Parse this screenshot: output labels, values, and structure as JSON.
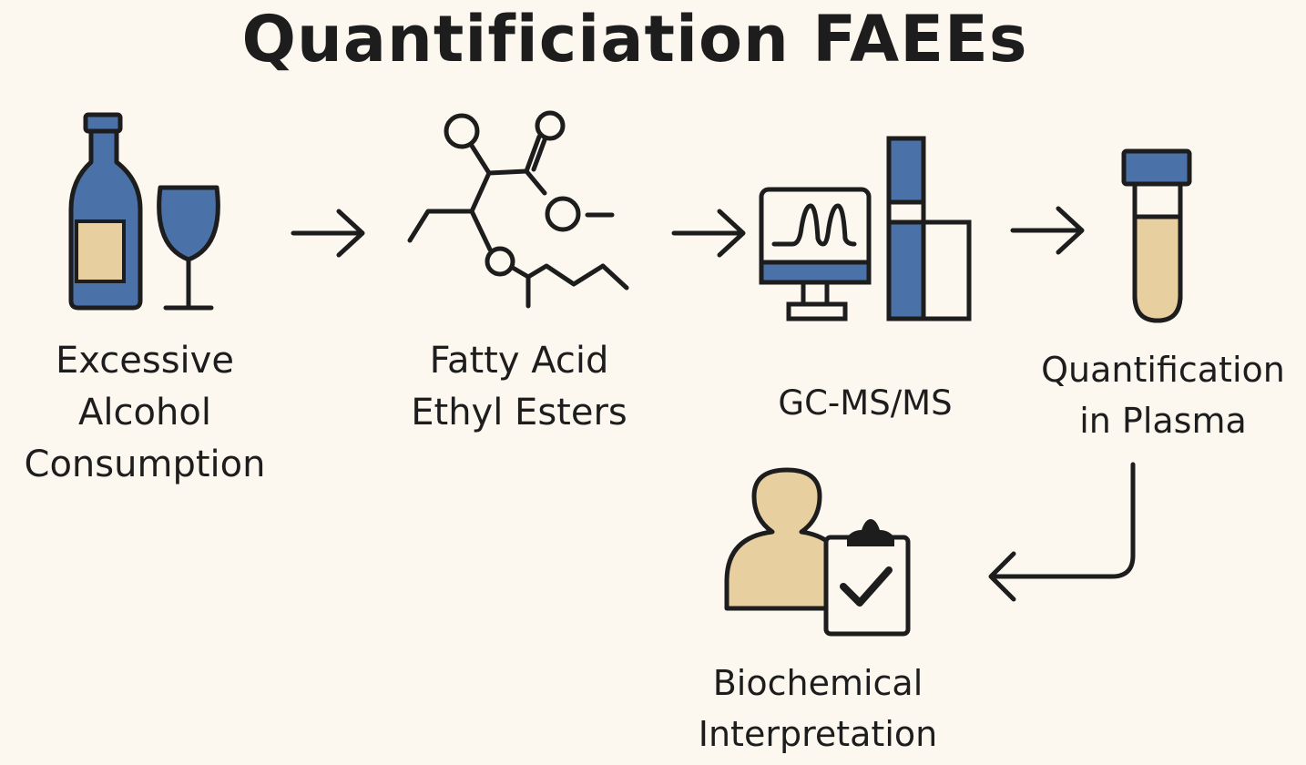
{
  "title": "Quantificiation FAEEs",
  "steps": [
    {
      "lines": [
        "Excessive",
        "Alcohol",
        "Consumption"
      ],
      "icon": "wine-bottle-and-glass-icon"
    },
    {
      "lines": [
        "Fatty Acid",
        "Ethyl Esters"
      ],
      "icon": "molecule-structure-icon"
    },
    {
      "lines": [
        "GC-MS/MS"
      ],
      "icon": "gc-ms-instrument-icon"
    },
    {
      "lines": [
        "Quantification",
        "in Plasma"
      ],
      "icon": "plasma-test-tube-icon"
    },
    {
      "lines": [
        "Biochemical",
        "Interpretation"
      ],
      "icon": "person-with-clipboard-icon"
    }
  ],
  "colors": {
    "background": "#fcf8ef",
    "ink": "#1d1d1d",
    "blue": "#4a72a8",
    "tan": "#e8cf9f"
  }
}
